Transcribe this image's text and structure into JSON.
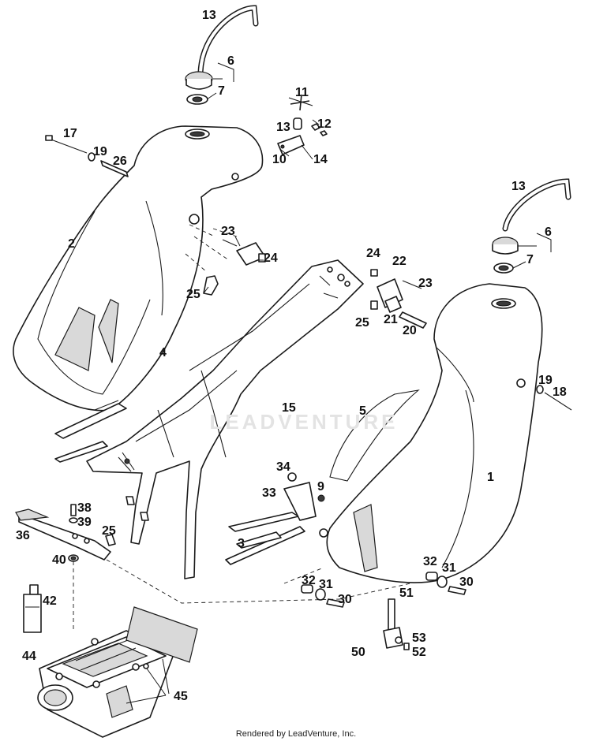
{
  "diagram": {
    "callouts": [
      {
        "id": "c13a",
        "label": "13"
      },
      {
        "id": "c6a",
        "label": "6"
      },
      {
        "id": "c7a",
        "label": "7"
      },
      {
        "id": "c11",
        "label": "11"
      },
      {
        "id": "c13b",
        "label": "13"
      },
      {
        "id": "c12",
        "label": "12"
      },
      {
        "id": "c17",
        "label": "17"
      },
      {
        "id": "c19a",
        "label": "19"
      },
      {
        "id": "c26",
        "label": "26"
      },
      {
        "id": "c10",
        "label": "10"
      },
      {
        "id": "c14",
        "label": "14"
      },
      {
        "id": "c2",
        "label": "2"
      },
      {
        "id": "c23a",
        "label": "23"
      },
      {
        "id": "c24a",
        "label": "24"
      },
      {
        "id": "c25a",
        "label": "25"
      },
      {
        "id": "c4",
        "label": "4"
      },
      {
        "id": "c13c",
        "label": "13"
      },
      {
        "id": "c6b",
        "label": "6"
      },
      {
        "id": "c7b",
        "label": "7"
      },
      {
        "id": "c24b",
        "label": "24"
      },
      {
        "id": "c22",
        "label": "22"
      },
      {
        "id": "c23b",
        "label": "23"
      },
      {
        "id": "c25b",
        "label": "25"
      },
      {
        "id": "c21",
        "label": "21"
      },
      {
        "id": "c20",
        "label": "20"
      },
      {
        "id": "c19b",
        "label": "19"
      },
      {
        "id": "c18",
        "label": "18"
      },
      {
        "id": "c15",
        "label": "15"
      },
      {
        "id": "c5",
        "label": "5"
      },
      {
        "id": "c1",
        "label": "1"
      },
      {
        "id": "c34",
        "label": "34"
      },
      {
        "id": "c33",
        "label": "33"
      },
      {
        "id": "c9",
        "label": "9"
      },
      {
        "id": "c38",
        "label": "38"
      },
      {
        "id": "c39",
        "label": "39"
      },
      {
        "id": "c36",
        "label": "36"
      },
      {
        "id": "c25c",
        "label": "25"
      },
      {
        "id": "c3",
        "label": "3"
      },
      {
        "id": "c40",
        "label": "40"
      },
      {
        "id": "c32a",
        "label": "32"
      },
      {
        "id": "c31a",
        "label": "31"
      },
      {
        "id": "c30a",
        "label": "30"
      },
      {
        "id": "c32b",
        "label": "32"
      },
      {
        "id": "c31b",
        "label": "31"
      },
      {
        "id": "c30b",
        "label": "30"
      },
      {
        "id": "c42",
        "label": "42"
      },
      {
        "id": "c51",
        "label": "51"
      },
      {
        "id": "c53",
        "label": "53"
      },
      {
        "id": "c50",
        "label": "50"
      },
      {
        "id": "c52",
        "label": "52"
      },
      {
        "id": "c44",
        "label": "44"
      },
      {
        "id": "c45",
        "label": "45"
      }
    ]
  },
  "watermark": "LEADVENTURE",
  "footer": "Rendered by LeadVenture, Inc."
}
